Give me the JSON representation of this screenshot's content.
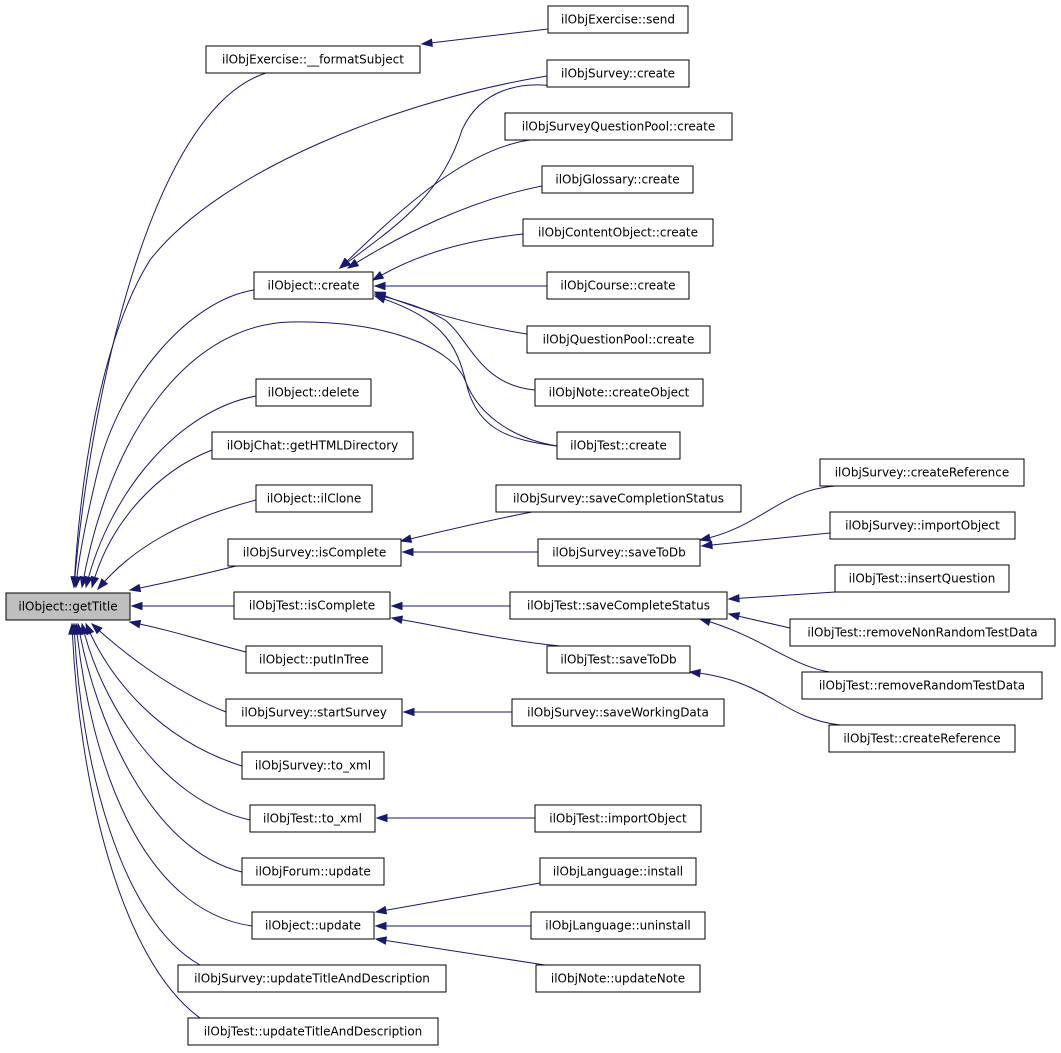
{
  "graph": {
    "edge_color": "#191970",
    "root_fill": "#bfbfbf",
    "nodes": [
      {
        "id": "getTitle",
        "label": "ilObject::getTitle",
        "root": true
      },
      {
        "id": "exFormat",
        "label": "ilObjExercise::__formatSubject"
      },
      {
        "id": "exSend",
        "label": "ilObjExercise::send"
      },
      {
        "id": "svCreate",
        "label": "ilObjSurvey::create"
      },
      {
        "id": "sqpCreate",
        "label": "ilObjSurveyQuestionPool::create"
      },
      {
        "id": "glCreate",
        "label": "ilObjGlossary::create"
      },
      {
        "id": "coCreate",
        "label": "ilObjContentObject::create"
      },
      {
        "id": "objCreate",
        "label": "ilObject::create"
      },
      {
        "id": "crsCreate",
        "label": "ilObjCourse::create"
      },
      {
        "id": "qpCreate",
        "label": "ilObjQuestionPool::create"
      },
      {
        "id": "noteCreate",
        "label": "ilObjNote::createObject"
      },
      {
        "id": "objDelete",
        "label": "ilObject::delete"
      },
      {
        "id": "tstCreate",
        "label": "ilObjTest::create"
      },
      {
        "id": "chatDir",
        "label": "ilObjChat::getHTMLDirectory"
      },
      {
        "id": "svCreateRef",
        "label": "ilObjSurvey::createReference"
      },
      {
        "id": "objClone",
        "label": "ilObject::ilClone"
      },
      {
        "id": "svSaveComp",
        "label": "ilObjSurvey::saveCompletionStatus"
      },
      {
        "id": "svImport",
        "label": "ilObjSurvey::importObject"
      },
      {
        "id": "svIsComplete",
        "label": "ilObjSurvey::isComplete"
      },
      {
        "id": "svSaveToDb",
        "label": "ilObjSurvey::saveToDb"
      },
      {
        "id": "tstInsertQ",
        "label": "ilObjTest::insertQuestion"
      },
      {
        "id": "tstIsComplete",
        "label": "ilObjTest::isComplete"
      },
      {
        "id": "tstSaveComp",
        "label": "ilObjTest::saveCompleteStatus"
      },
      {
        "id": "tstRemoveNR",
        "label": "ilObjTest::removeNonRandomTestData"
      },
      {
        "id": "objPutInTree",
        "label": "ilObject::putInTree"
      },
      {
        "id": "tstSaveToDb",
        "label": "ilObjTest::saveToDb"
      },
      {
        "id": "tstRemoveR",
        "label": "ilObjTest::removeRandomTestData"
      },
      {
        "id": "svStart",
        "label": "ilObjSurvey::startSurvey"
      },
      {
        "id": "svSaveWork",
        "label": "ilObjSurvey::saveWorkingData"
      },
      {
        "id": "tstCreateRef",
        "label": "ilObjTest::createReference"
      },
      {
        "id": "svToXml",
        "label": "ilObjSurvey::to_xml"
      },
      {
        "id": "tstToXml",
        "label": "ilObjTest::to_xml"
      },
      {
        "id": "tstImport",
        "label": "ilObjTest::importObject"
      },
      {
        "id": "frmUpdate",
        "label": "ilObjForum::update"
      },
      {
        "id": "lngInstall",
        "label": "ilObjLanguage::install"
      },
      {
        "id": "objUpdate",
        "label": "ilObject::update"
      },
      {
        "id": "lngUninstall",
        "label": "ilObjLanguage::uninstall"
      },
      {
        "id": "svUpdTitle",
        "label": "ilObjSurvey::updateTitleAndDescription"
      },
      {
        "id": "noteUpdate",
        "label": "ilObjNote::updateNote"
      },
      {
        "id": "tstUpdTitle",
        "label": "ilObjTest::updateTitleAndDescription"
      }
    ],
    "edges": [
      {
        "from": "exFormat",
        "to": "getTitle"
      },
      {
        "from": "exSend",
        "to": "exFormat"
      },
      {
        "from": "svCreate",
        "to": "getTitle"
      },
      {
        "from": "objCreate",
        "to": "getTitle"
      },
      {
        "from": "tstCreate",
        "to": "getTitle"
      },
      {
        "from": "objDelete",
        "to": "getTitle"
      },
      {
        "from": "chatDir",
        "to": "getTitle"
      },
      {
        "from": "objClone",
        "to": "getTitle"
      },
      {
        "from": "svIsComplete",
        "to": "getTitle"
      },
      {
        "from": "tstIsComplete",
        "to": "getTitle"
      },
      {
        "from": "objPutInTree",
        "to": "getTitle"
      },
      {
        "from": "svStart",
        "to": "getTitle"
      },
      {
        "from": "svToXml",
        "to": "getTitle"
      },
      {
        "from": "tstToXml",
        "to": "getTitle"
      },
      {
        "from": "frmUpdate",
        "to": "getTitle"
      },
      {
        "from": "objUpdate",
        "to": "getTitle"
      },
      {
        "from": "svUpdTitle",
        "to": "getTitle"
      },
      {
        "from": "tstUpdTitle",
        "to": "getTitle"
      },
      {
        "from": "svCreate",
        "to": "objCreate"
      },
      {
        "from": "sqpCreate",
        "to": "objCreate"
      },
      {
        "from": "glCreate",
        "to": "objCreate"
      },
      {
        "from": "coCreate",
        "to": "objCreate"
      },
      {
        "from": "crsCreate",
        "to": "objCreate"
      },
      {
        "from": "qpCreate",
        "to": "objCreate"
      },
      {
        "from": "noteCreate",
        "to": "objCreate"
      },
      {
        "from": "tstCreate",
        "to": "objCreate"
      },
      {
        "from": "svSaveComp",
        "to": "svIsComplete"
      },
      {
        "from": "svSaveToDb",
        "to": "svIsComplete"
      },
      {
        "from": "svCreateRef",
        "to": "svSaveToDb"
      },
      {
        "from": "svImport",
        "to": "svSaveToDb"
      },
      {
        "from": "tstSaveComp",
        "to": "tstIsComplete"
      },
      {
        "from": "tstSaveToDb",
        "to": "tstIsComplete"
      },
      {
        "from": "tstInsertQ",
        "to": "tstSaveComp"
      },
      {
        "from": "tstRemoveNR",
        "to": "tstSaveComp"
      },
      {
        "from": "tstRemoveR",
        "to": "tstSaveComp"
      },
      {
        "from": "tstCreateRef",
        "to": "tstSaveToDb"
      },
      {
        "from": "svSaveWork",
        "to": "svStart"
      },
      {
        "from": "tstImport",
        "to": "tstToXml"
      },
      {
        "from": "lngInstall",
        "to": "objUpdate"
      },
      {
        "from": "lngUninstall",
        "to": "objUpdate"
      },
      {
        "from": "noteUpdate",
        "to": "objUpdate"
      }
    ]
  }
}
